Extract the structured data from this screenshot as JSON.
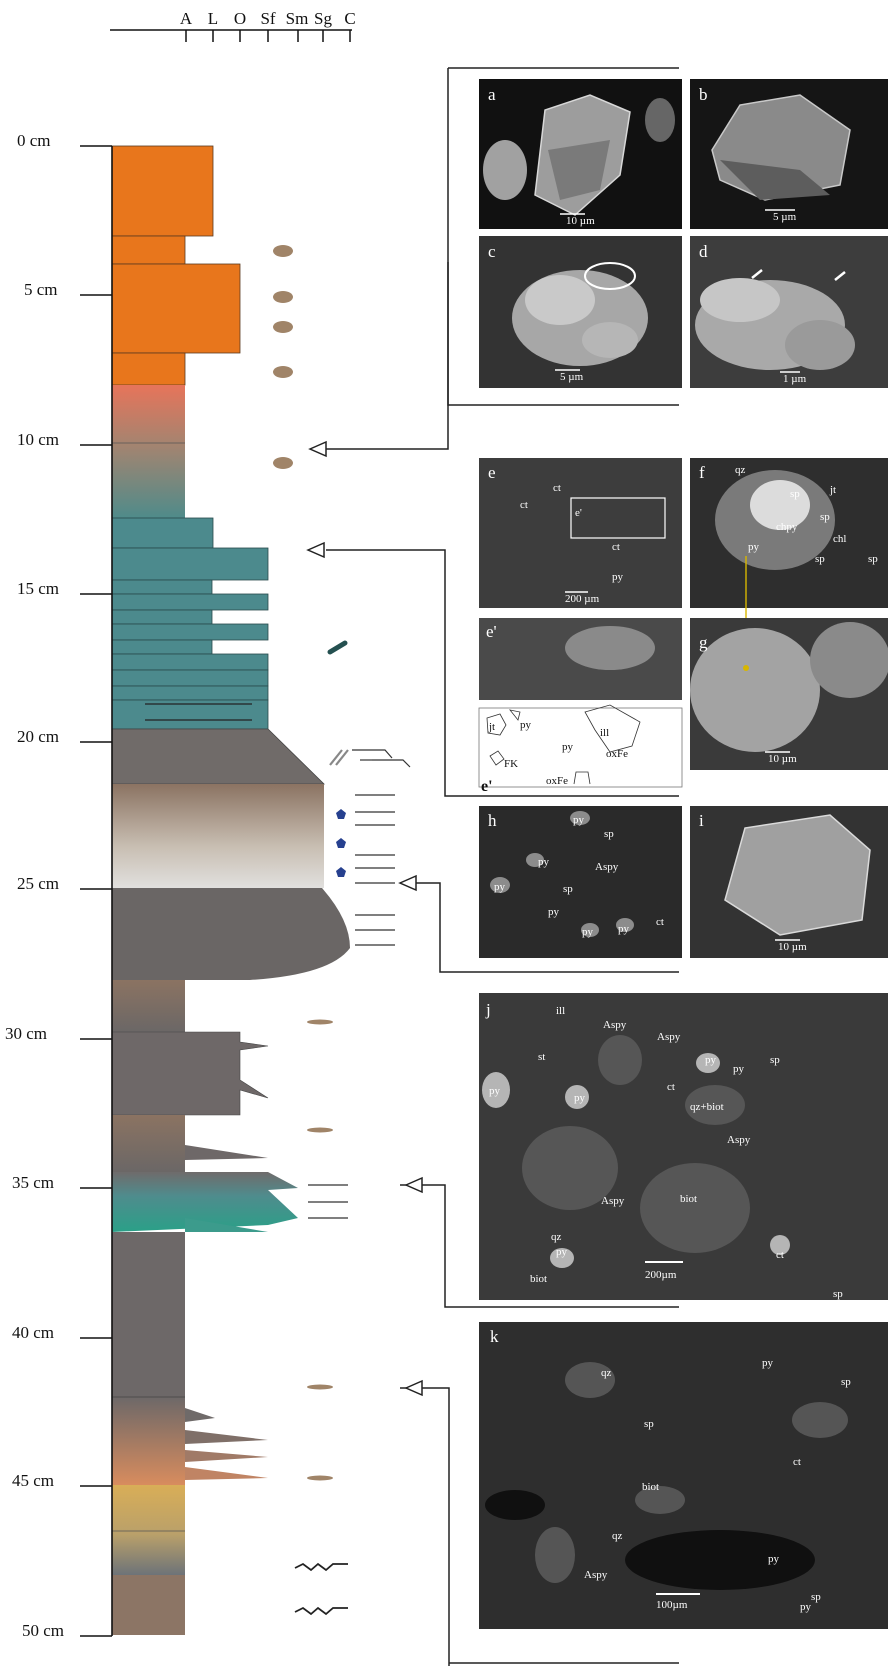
{
  "scale": {
    "grain_classes": [
      "A",
      "L",
      "O",
      "Sf",
      "Sm",
      "Sg",
      "C"
    ]
  },
  "depth_axis": {
    "labels": [
      "0 cm",
      "5 cm",
      "10 cm",
      "15 cm",
      "20 cm",
      "25 cm",
      "30 cm",
      "35 cm",
      "40 cm",
      "45 cm",
      "50 cm"
    ]
  },
  "panels": {
    "a": {
      "letter": "a",
      "scale": "10 µm"
    },
    "b": {
      "letter": "b",
      "scale": "5 µm"
    },
    "c": {
      "letter": "c",
      "scale": "5 µm"
    },
    "d": {
      "letter": "d",
      "scale": "1 µm"
    },
    "e": {
      "letter": "e",
      "labels": [
        "ct",
        "ct",
        "e'",
        "ct",
        "py"
      ],
      "scale": "200 µm"
    },
    "e2": {
      "letter": "e'"
    },
    "f": {
      "letter": "f",
      "labels": [
        "qz",
        "sp",
        "jt",
        "sp",
        "chpy",
        "py",
        "sp",
        "chl",
        "sp"
      ]
    },
    "g": {
      "letter": "g",
      "scale": "10 µm"
    },
    "sketch": {
      "letter": "e'",
      "labels": [
        "jt",
        "py",
        "py",
        "ill",
        "oxFe",
        "FK",
        "oxFe"
      ]
    },
    "h": {
      "letter": "h",
      "labels": [
        "py",
        "sp",
        "py",
        "Aspy",
        "py",
        "sp",
        "py",
        "py",
        "py",
        "ct"
      ]
    },
    "i": {
      "letter": "i",
      "scale": "10 µm"
    },
    "j": {
      "letter": "j",
      "labels": [
        "ill",
        "Aspy",
        "Aspy",
        "py",
        "py",
        "sp",
        "st",
        "py",
        "ct",
        "py",
        "qz+biot",
        "Aspy",
        "Aspy",
        "biot",
        "qz",
        "py",
        "biot",
        "ct",
        "sp"
      ],
      "scale": "200µm"
    },
    "k": {
      "letter": "k",
      "labels": [
        "k",
        "qz",
        "py",
        "sp",
        "sp",
        "ct",
        "biot",
        "qz",
        "Aspy",
        "py",
        "py",
        "sp"
      ],
      "scale": "100µm"
    }
  },
  "colors": {
    "orange": "#e8761c",
    "teal": "#4c8a8d",
    "grey": "#706b69",
    "brown": "#8b7362",
    "sand": "#d3b060",
    "nodule": "#a08468",
    "blue_symbol": "#26408f"
  }
}
